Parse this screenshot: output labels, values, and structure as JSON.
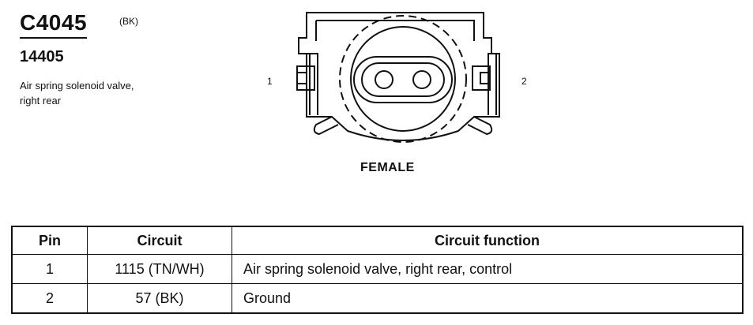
{
  "connector": {
    "id": "C4045",
    "color_code": "(BK)",
    "part_number": "14405",
    "description": "Air spring solenoid valve, right rear"
  },
  "figure": {
    "pin_left_label": "1",
    "pin_right_label": "2",
    "gender": "FEMALE"
  },
  "table": {
    "headers": [
      "Pin",
      "Circuit",
      "Circuit function"
    ],
    "rows": [
      {
        "pin": "1",
        "circuit": "1115 (TN/WH)",
        "function": "Air spring solenoid valve, right rear, control"
      },
      {
        "pin": "2",
        "circuit": "57 (BK)",
        "function": "Ground"
      }
    ]
  }
}
